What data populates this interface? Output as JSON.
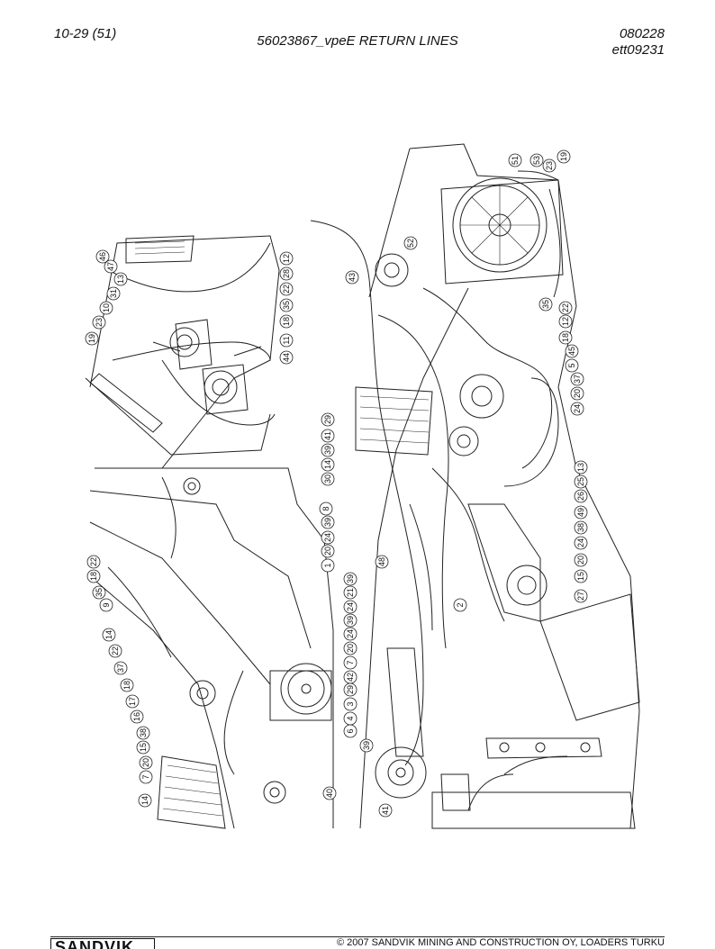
{
  "header": {
    "page_ref": "10-29 (51)",
    "title": "56023867_vpeE RETURN LINES",
    "date_code": "080228",
    "drawing_id": "ett09231"
  },
  "callouts": {
    "left_top": [
      "19",
      "23",
      "10",
      "31",
      "13",
      "47",
      "46",
      "12",
      "28",
      "22",
      "35",
      "18",
      "11",
      "44"
    ],
    "left_bottom": [
      "22",
      "18",
      "35",
      "9",
      "14",
      "22",
      "37",
      "18",
      "17",
      "16",
      "38",
      "15",
      "20",
      "7",
      "14",
      "40"
    ],
    "right": [
      "51",
      "53",
      "23",
      "19",
      "52",
      "43",
      "35",
      "22",
      "12",
      "18",
      "45",
      "5",
      "37",
      "20",
      "24",
      "29",
      "41",
      "39",
      "14",
      "30",
      "13",
      "25",
      "26",
      "49",
      "38",
      "24",
      "20",
      "15",
      "27",
      "8",
      "39",
      "24",
      "20",
      "1",
      "39",
      "21",
      "24",
      "39",
      "24",
      "20",
      "7",
      "42",
      "29",
      "3",
      "4",
      "2",
      "39",
      "41",
      "48",
      "6"
    ]
  },
  "footer": {
    "brand": "SANDVIK",
    "copyright": "© 2007 SANDVIK MINING AND CONSTRUCTION OY, LOADERS TURKU"
  }
}
